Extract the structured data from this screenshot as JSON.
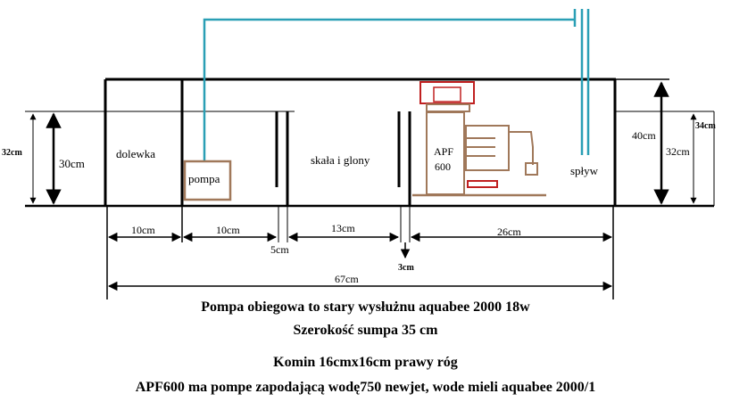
{
  "labels": {
    "dolewka": "dolewka",
    "pompa": "pompa",
    "skala": "skała i glony",
    "apf_line1": "APF",
    "apf_line2": "600",
    "splyw": "spływ"
  },
  "dimensions": {
    "left_outer": "32cm",
    "left_inner": "30cm",
    "right_inner_40": "40cm",
    "right_inner_32": "32cm",
    "right_outer_34": "34cm",
    "d10a": "10cm",
    "d10b": "10cm",
    "d5": "5cm",
    "d13": "13cm",
    "d3": "3cm",
    "d26": "26cm",
    "d67": "67cm"
  },
  "notes": [
    "Pompa obiegowa to stary wysłużnu aquabee 2000 18w",
    "Szerokość sumpa 35 cm",
    "Komin 16cmx16cm prawy  róg",
    "APF600 ma pompe zapodającą wodę750 newjet, wode mieli aquabee 2000/1"
  ],
  "colors": {
    "pipe": "#2a9fb5",
    "apf": "#a0785a",
    "apf_top": "#c02020",
    "lines": "#000000"
  }
}
